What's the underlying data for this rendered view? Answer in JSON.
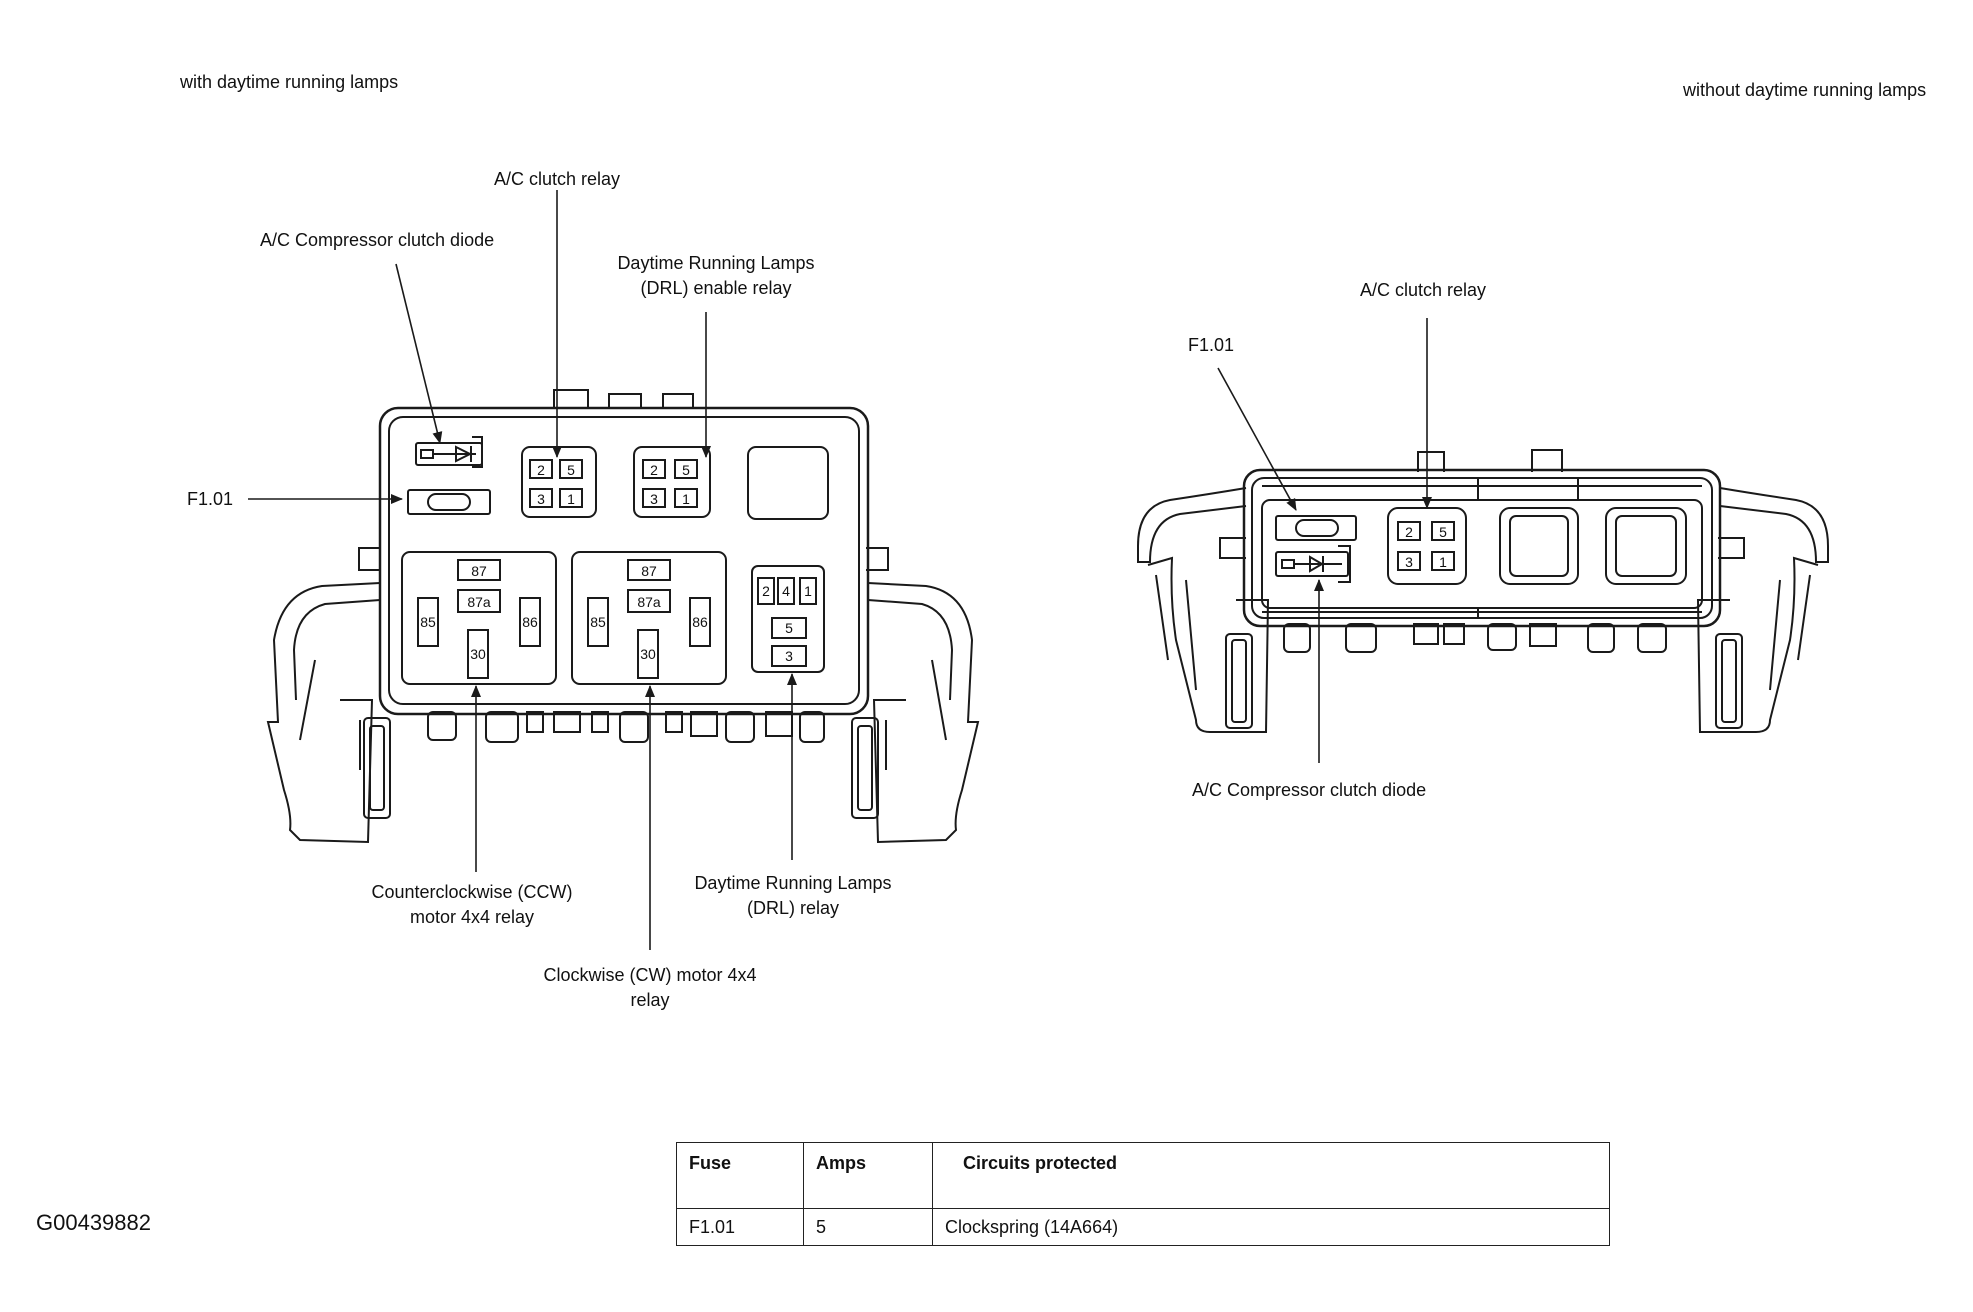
{
  "captions": {
    "left_title": "with daytime running lamps",
    "right_title": "without daytime running lamps",
    "figure_id": "G00439882"
  },
  "left_box": {
    "ac_clutch_relay": "A/C clutch relay",
    "ac_diode": "A/C Compressor clutch diode",
    "drl_enable_relay": [
      "Daytime Running Lamps",
      "(DRL) enable relay"
    ],
    "fuse": "F1.01",
    "ccw_relay": [
      "Counterclockwise (CCW)",
      "motor 4x4 relay"
    ],
    "cw_relay": [
      "Clockwise (CW) motor 4x4",
      "relay"
    ],
    "drl_relay": [
      "Daytime Running Lamps",
      "(DRL) relay"
    ]
  },
  "right_box": {
    "ac_clutch_relay": "A/C clutch relay",
    "fuse": "F1.01",
    "ac_diode": "A/C Compressor clutch diode"
  },
  "pins": {
    "micro": [
      "2",
      "5",
      "3",
      "1"
    ],
    "iso": [
      "87",
      "87a",
      "85",
      "86",
      "30"
    ],
    "drl": [
      "2",
      "4",
      "1",
      "5",
      "3"
    ]
  },
  "table": {
    "headers": [
      "Fuse",
      "Amps",
      "Circuits protected"
    ],
    "rows": [
      {
        "fuse": "F1.01",
        "amps": "5",
        "circuit": "Clockspring (14A664)"
      }
    ]
  }
}
